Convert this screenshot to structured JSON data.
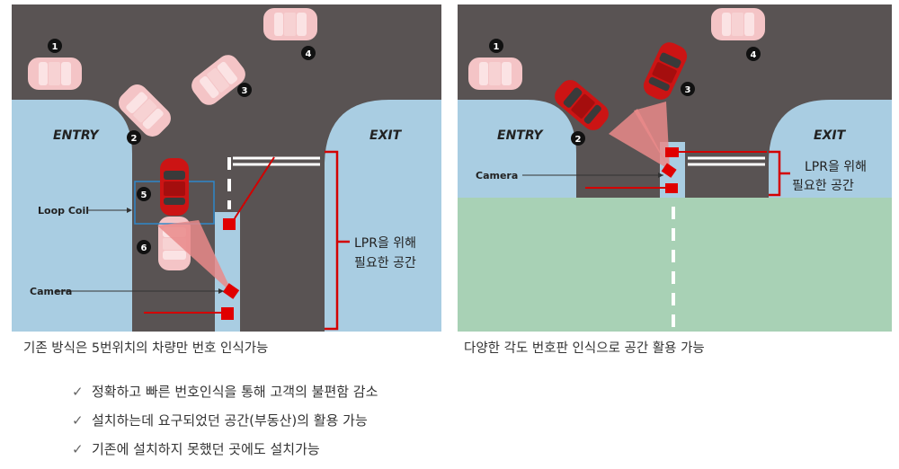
{
  "left": {
    "entry": "ENTRY",
    "exit": "EXIT",
    "loop_coil": "Loop Coil",
    "camera": "Camera",
    "lpr_line1": "LPR을 위해",
    "lpr_line2": "필요한 공간",
    "cars": [
      "1",
      "2",
      "3",
      "4",
      "5",
      "6"
    ]
  },
  "right": {
    "entry": "ENTRY",
    "exit": "EXIT",
    "camera": "Camera",
    "lpr_line1": "LPR을 위해",
    "lpr_line2": "필요한 공간",
    "cars": [
      "1",
      "2",
      "3",
      "4"
    ]
  },
  "captions": {
    "left": "기존 방식은 5번위치의 차량만 번호 인식가능",
    "right": "다양한 각도 번호판 인식으로 공간 활용 가능"
  },
  "bullets": [
    "정확하고 빠른 번호인식을 통해 고객의 불편함 감소",
    "설치하는데 요구되었던 공간(부동산)의 활용 가능",
    "기존에 설치하지 못했던 곳에도 설치가능"
  ],
  "colors": {
    "road": "#595353",
    "sidewalk": "#a9cde2",
    "lawn": "#a8d1b5",
    "car_red": "#cc1414",
    "car_faded": "#f4c4c6",
    "camera_red": "#e00000"
  }
}
